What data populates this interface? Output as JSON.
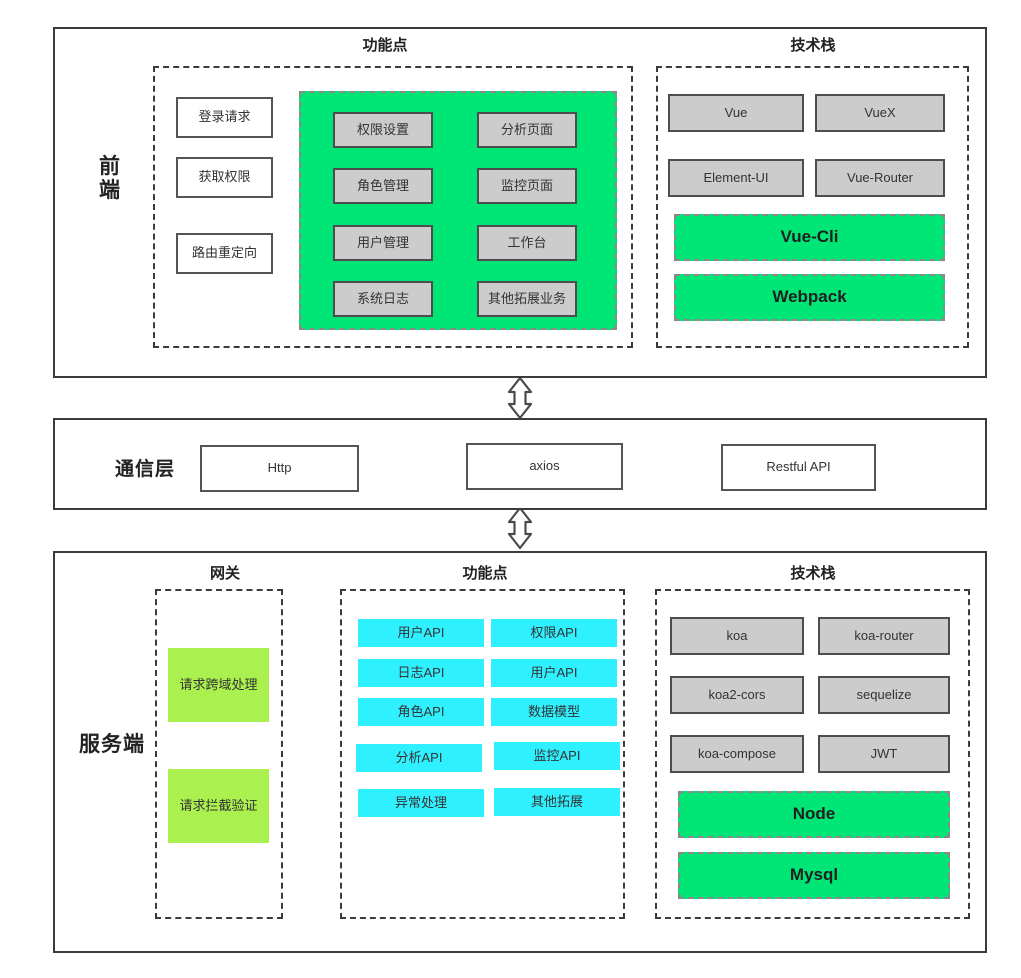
{
  "diagram": {
    "title_colors": {
      "green_strong": "#00e676",
      "cyan": "#2ff0ff",
      "lime": "#aaf04f",
      "grey_chip": "#cccccc",
      "stroke": "#3b3b3b"
    }
  },
  "frontend": {
    "layer_label": "前端",
    "feature_group_title": "功能点",
    "tech_group_title": "技术栈",
    "flow": [
      {
        "label": "登录请求"
      },
      {
        "label": "获取权限"
      },
      {
        "label": "路由重定向"
      }
    ],
    "features_left": [
      {
        "label": "权限设置"
      },
      {
        "label": "角色管理"
      },
      {
        "label": "用户管理"
      },
      {
        "label": "系统日志"
      }
    ],
    "features_right": [
      {
        "label": "分析页面"
      },
      {
        "label": "监控页面"
      },
      {
        "label": "工作台"
      },
      {
        "label": "其他拓展业务"
      }
    ],
    "tech_chips": [
      {
        "label": "Vue"
      },
      {
        "label": "VueX"
      },
      {
        "label": "Element-UI"
      },
      {
        "label": "Vue-Router"
      }
    ],
    "tech_highlight": [
      {
        "label": "Vue-Cli"
      },
      {
        "label": "Webpack"
      }
    ]
  },
  "communication": {
    "layer_label": "通信层",
    "items": [
      {
        "label": "Http"
      },
      {
        "label": "axios"
      },
      {
        "label": "Restful API"
      }
    ]
  },
  "server": {
    "layer_label": "服务端",
    "gateway_group_title": "网关",
    "feature_group_title": "功能点",
    "tech_group_title": "技术栈",
    "gateway_items": [
      {
        "label": "请求跨域处理"
      },
      {
        "label": "请求拦截验证"
      }
    ],
    "features_left": [
      {
        "label": "用户API"
      },
      {
        "label": "日志API"
      },
      {
        "label": "角色API"
      },
      {
        "label": "分析API"
      },
      {
        "label": "异常处理"
      }
    ],
    "features_right": [
      {
        "label": "权限API"
      },
      {
        "label": "用户API"
      },
      {
        "label": "数据模型"
      },
      {
        "label": "监控API"
      },
      {
        "label": "其他拓展"
      }
    ],
    "tech_chips": [
      {
        "label": "koa"
      },
      {
        "label": "koa-router"
      },
      {
        "label": "koa2-cors"
      },
      {
        "label": "sequelize"
      },
      {
        "label": "koa-compose"
      },
      {
        "label": "JWT"
      }
    ],
    "tech_highlight": [
      {
        "label": "Node"
      },
      {
        "label": "Mysql"
      }
    ]
  },
  "connectors": {
    "frontend_to_comm": "double-arrow-vertical",
    "comm_to_server": "double-arrow-vertical",
    "gateway_to_features": "double-arrow-horizontal",
    "login_to_features": "arrow-right"
  }
}
